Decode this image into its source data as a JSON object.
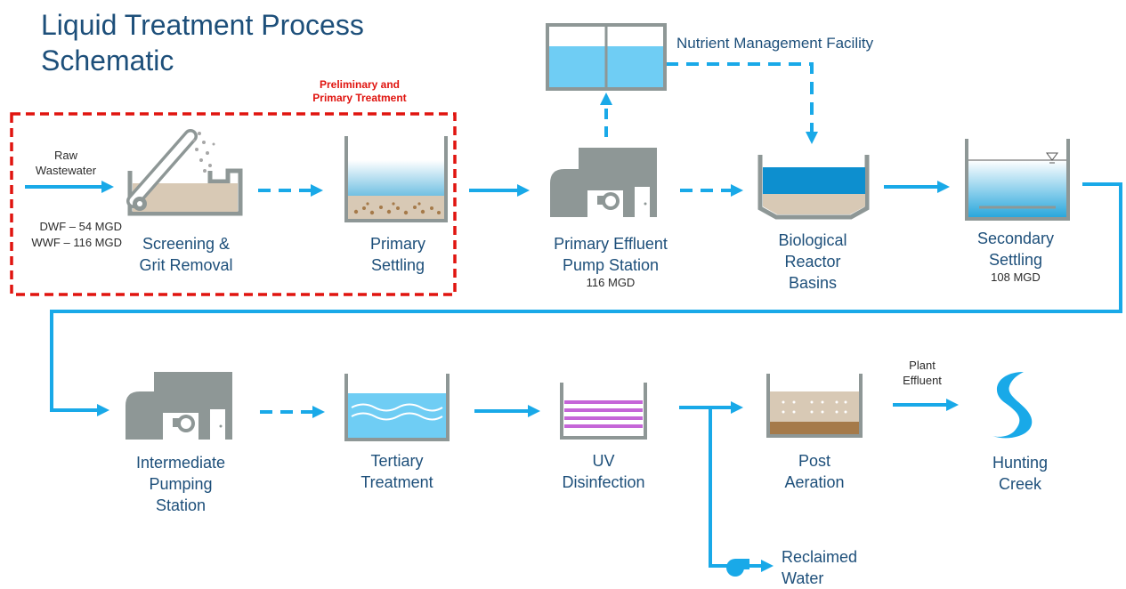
{
  "title": {
    "line1": "Liquid Treatment Process",
    "line2": "Schematic"
  },
  "highlight": {
    "line1": "Preliminary and",
    "line2": "Primary Treatment"
  },
  "raw": {
    "line1": "Raw",
    "line2": "Wastewater"
  },
  "flows": {
    "dwf": "DWF – 54 MGD",
    "wwf": "WWF – 116 MGD"
  },
  "nutrient": "Nutrient Management Facility",
  "units": [
    {
      "id": "screening",
      "lines": [
        "Screening &",
        "Grit Removal"
      ]
    },
    {
      "id": "primary-settling",
      "lines": [
        "Primary",
        "Settling"
      ]
    },
    {
      "id": "primary-effluent",
      "lines": [
        "Primary Effluent",
        "Pump Station"
      ],
      "sub": "116 MGD"
    },
    {
      "id": "biological",
      "lines": [
        "Biological",
        "Reactor",
        "Basins"
      ]
    },
    {
      "id": "secondary",
      "lines": [
        "Secondary",
        "Settling"
      ],
      "sub": "108 MGD"
    },
    {
      "id": "intermediate",
      "lines": [
        "Intermediate",
        "Pumping",
        "Station"
      ]
    },
    {
      "id": "tertiary",
      "lines": [
        "Tertiary",
        "Treatment"
      ]
    },
    {
      "id": "uv",
      "lines": [
        "UV",
        "Disinfection"
      ]
    },
    {
      "id": "post-aeration",
      "lines": [
        "Post",
        "Aeration"
      ]
    },
    {
      "id": "hunting-creek",
      "lines": [
        "Hunting",
        "Creek"
      ]
    },
    {
      "id": "reclaimed",
      "lines": [
        "Reclaimed",
        "Water"
      ]
    }
  ],
  "plant_effluent": {
    "line1": "Plant",
    "line2": "Effluent"
  },
  "colors": {
    "flow": "#19a9e8",
    "title": "#1d4f7a",
    "equipment": "#8e9796",
    "highlight": "#e0140f",
    "water": "#6fcdf4"
  }
}
